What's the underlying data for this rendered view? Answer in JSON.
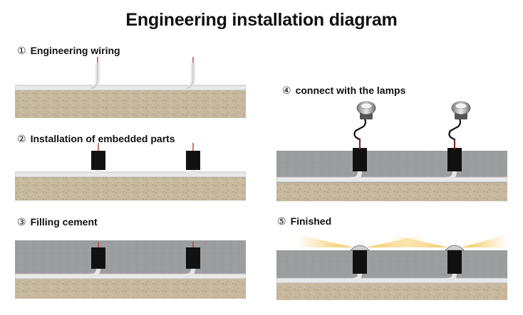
{
  "title": "Engineering installation diagram",
  "steps": [
    {
      "num": "①",
      "label": "Engineering wiring"
    },
    {
      "num": "②",
      "label": "Installation of embedded parts"
    },
    {
      "num": "③",
      "label": "Filling cement"
    },
    {
      "num": "④",
      "label": "connect with the lamps"
    },
    {
      "num": "⑤",
      "label": "Finished"
    }
  ],
  "colors": {
    "sand": "#c9bda3",
    "cement": "#9a9c9e",
    "sleeve": "#111111",
    "wire_red": "#c0392b",
    "pipe": "#e6e6e6",
    "light": "#f3c24a"
  }
}
